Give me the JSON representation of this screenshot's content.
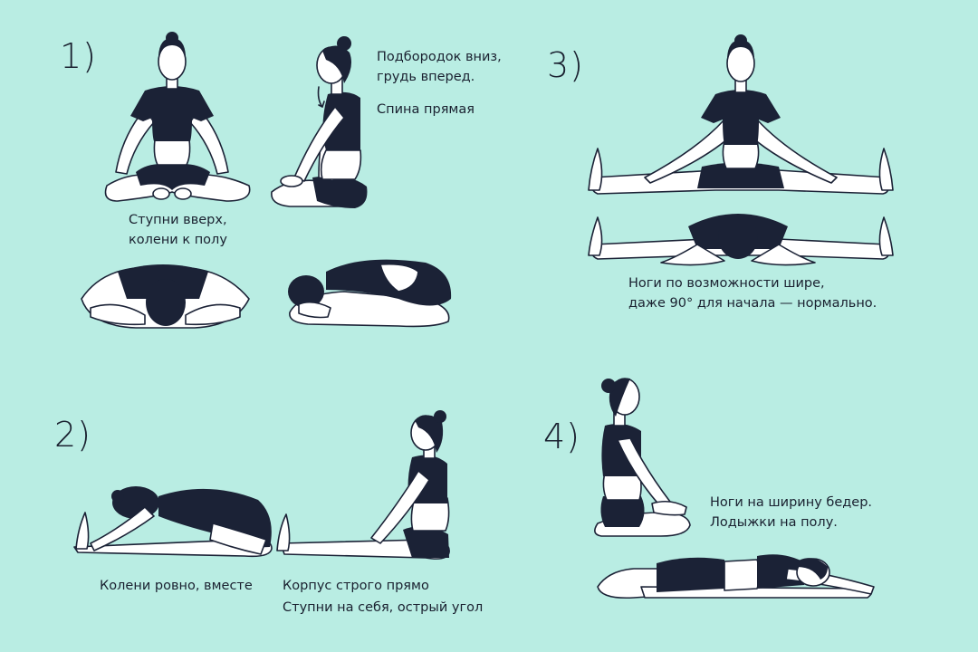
{
  "sections": [
    {
      "number": "1)"
    },
    {
      "number": "2)"
    },
    {
      "number": "3)"
    },
    {
      "number": "4)"
    }
  ],
  "captions": {
    "s1_side": [
      "Подбородок вниз,",
      "грудь вперед.",
      "Спина прямая"
    ],
    "s1_front": [
      "Ступни вверх,",
      "колени к полу"
    ],
    "s2_left": "Колени ровно, вместе",
    "s2_right": [
      "Корпус строго прямо",
      "Ступни на себя, острый угол"
    ],
    "s3": [
      "Ноги по возможности шире,",
      "даже 90° для начала — нормально."
    ],
    "s4": [
      "Ноги на ширину бедер.",
      "Лодыжки на полу."
    ]
  },
  "colors": {
    "background": "#b9ede3",
    "ink": "#1b2236"
  }
}
